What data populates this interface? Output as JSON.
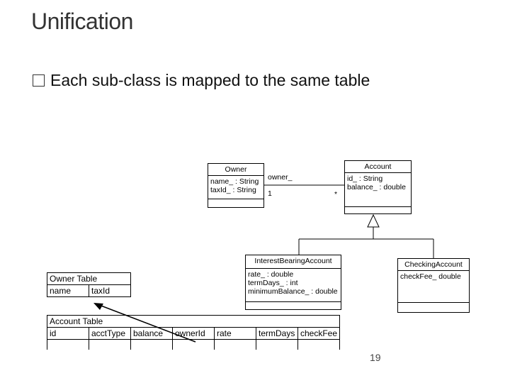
{
  "slide": {
    "title": "Unification",
    "bullet": "Each sub-class is mapped to the same table",
    "page_number": "19"
  },
  "uml": {
    "owner": {
      "name": "Owner",
      "attrs": [
        "name_ : String",
        "taxId_ : String"
      ]
    },
    "account": {
      "name": "Account",
      "attrs": [
        "id_ : String",
        "balance_ : double"
      ]
    },
    "interest_bearing": {
      "name": "InterestBearingAccount",
      "attrs": [
        "rate_ : double",
        "termDays_ : int",
        "minimumBalance_ : double"
      ]
    },
    "checking": {
      "name": "CheckingAccount",
      "attrs": [
        "checkFee_ double"
      ]
    },
    "association": {
      "role": "owner_",
      "mult_owner": "1",
      "mult_account": "*"
    }
  },
  "tables": {
    "owner_table": {
      "title": "Owner Table",
      "columns": [
        "name",
        "taxId"
      ]
    },
    "account_table": {
      "title": "Account Table",
      "columns": [
        "id",
        "acctType",
        "balance",
        "ownerId",
        "rate",
        "termDays",
        "checkFee"
      ]
    }
  }
}
